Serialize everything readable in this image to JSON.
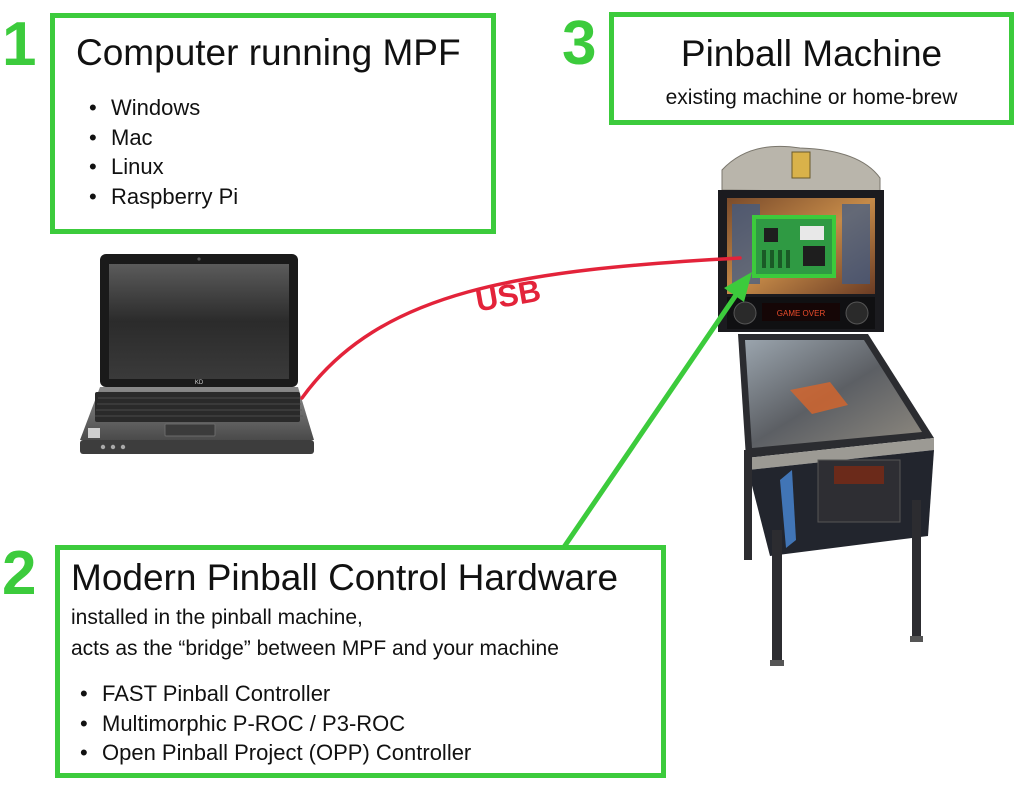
{
  "colors": {
    "accent_green": "#3ccb3c",
    "usb_red": "#e3233a"
  },
  "step1": {
    "number": "1",
    "title": "Computer running MPF",
    "items": [
      "Windows",
      "Mac",
      "Linux",
      "Raspberry Pi"
    ]
  },
  "step2": {
    "number": "2",
    "title": "Modern Pinball Control Hardware",
    "subtitle_line1": "installed in the pinball machine,",
    "subtitle_line2": "acts as the “bridge” between MPF and your machine",
    "items": [
      "FAST Pinball Controller",
      "Multimorphic P-ROC / P3-ROC",
      "Open Pinball Project (OPP) Controller"
    ]
  },
  "step3": {
    "number": "3",
    "title": "Pinball Machine",
    "subtitle": "existing machine or home-brew"
  },
  "connection": {
    "label": "USB"
  },
  "laptop": {
    "brand": "KD"
  },
  "machine": {
    "display_text": "GAME OVER"
  },
  "icons": {
    "laptop": "laptop-icon",
    "pinball": "pinball-machine-icon",
    "board": "controller-board-icon"
  }
}
